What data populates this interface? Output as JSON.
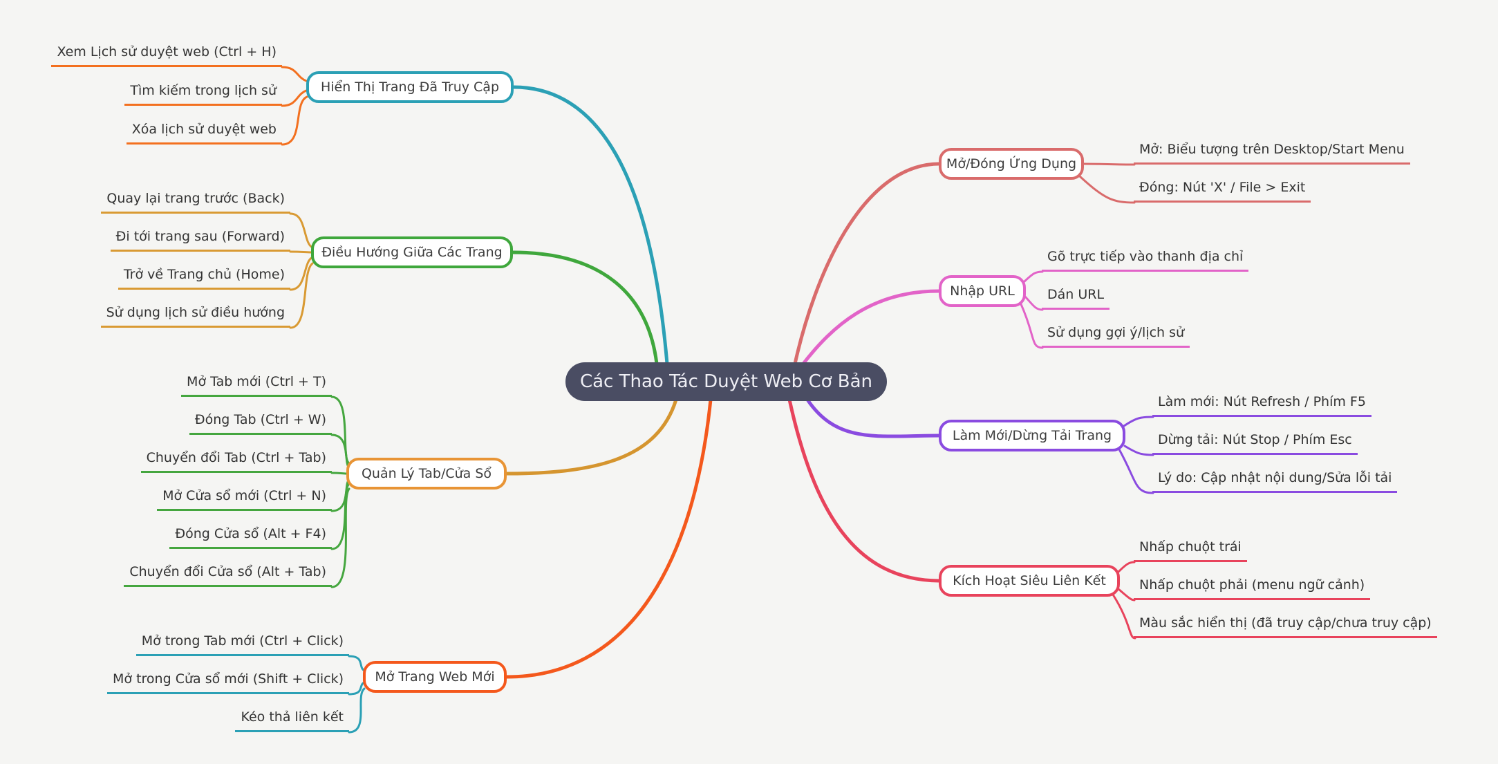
{
  "background": "#f5f5f3",
  "mindmap": {
    "center": {
      "label": "Các Thao Tác Duyệt Web Cơ Bản",
      "bg": "#4a4d63",
      "text_color": "#eeeef4"
    },
    "branches": [
      {
        "label": "Hiển Thị Trang Đã Truy Cập",
        "side": "left",
        "colors": {
          "node": "#2ba0b5",
          "link": "#2ba0b5",
          "child": "#f3701f"
        },
        "children": [
          "Xem Lịch sử duyệt web (Ctrl + H)",
          "Tìm kiếm trong lịch sử",
          "Xóa lịch sử duyệt web"
        ]
      },
      {
        "label": "Điều Hướng Giữa Các Trang",
        "side": "left",
        "colors": {
          "node": "#3fa73c",
          "link": "#3fa73c",
          "child": "#d99a33"
        },
        "children": [
          "Quay lại trang trước (Back)",
          "Đi tới trang sau (Forward)",
          "Trở về Trang chủ (Home)",
          "Sử dụng lịch sử điều hướng"
        ]
      },
      {
        "label": "Quản Lý Tab/Cửa Sổ",
        "side": "left",
        "colors": {
          "node": "#e89435",
          "link": "#d5952f",
          "child": "#45a63f"
        },
        "children": [
          "Mở Tab mới (Ctrl + T)",
          "Đóng Tab (Ctrl + W)",
          "Chuyển đổi Tab (Ctrl + Tab)",
          "Mở Cửa sổ mới (Ctrl + N)",
          "Đóng Cửa sổ (Alt + F4)",
          "Chuyển đổi Cửa sổ (Alt + Tab)"
        ]
      },
      {
        "label": "Mở Trang Web Mới",
        "side": "left",
        "colors": {
          "node": "#f4581c",
          "link": "#f4581c",
          "child": "#2ba0b5"
        },
        "children": [
          "Mở trong Tab mới (Ctrl + Click)",
          "Mở trong Cửa sổ mới (Shift + Click)",
          "Kéo thả liên kết"
        ]
      },
      {
        "label": "Mở/Đóng Ứng Dụng",
        "side": "right",
        "colors": {
          "node": "#d96b6b",
          "link": "#d96b6b",
          "child": "#d96b6b"
        },
        "children": [
          "Mở: Biểu tượng trên Desktop/Start Menu",
          "Đóng: Nút 'X' / File > Exit"
        ]
      },
      {
        "label": "Nhập URL",
        "side": "right",
        "colors": {
          "node": "#e263c8",
          "link": "#e263c8",
          "child": "#e263c8"
        },
        "children": [
          "Gõ trực tiếp vào thanh địa chỉ",
          "Dán URL",
          "Sử dụng gợi ý/lịch sử"
        ]
      },
      {
        "label": "Làm Mới/Dừng Tải Trang",
        "side": "right",
        "colors": {
          "node": "#8a4be0",
          "link": "#8a4be0",
          "child": "#8a4be0"
        },
        "children": [
          "Làm mới: Nút Refresh / Phím F5",
          "Dừng tải: Nút Stop / Phím Esc",
          "Lý do: Cập nhật nội dung/Sửa lỗi tải"
        ]
      },
      {
        "label": "Kích Hoạt Siêu Liên Kết",
        "side": "right",
        "colors": {
          "node": "#e8435c",
          "link": "#e8435c",
          "child": "#e8435c"
        },
        "children": [
          "Nhấp chuột trái",
          "Nhấp chuột phải (menu ngữ cảnh)",
          "Màu sắc hiển thị (đã truy cập/chưa truy cập)"
        ]
      }
    ]
  }
}
